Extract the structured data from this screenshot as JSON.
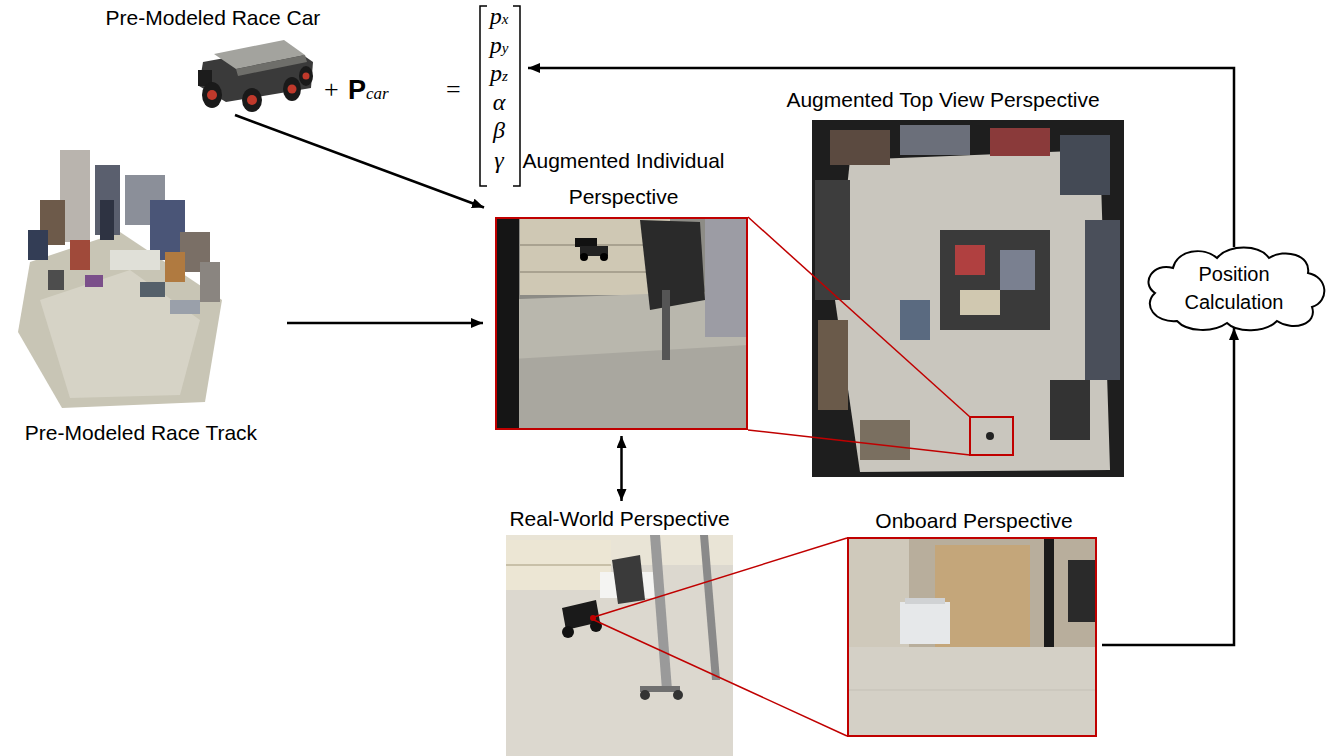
{
  "diagram": {
    "nodes": [
      {
        "text": [
          "Pre-Modeled Race Car"
        ]
      },
      {
        "text": [
          "+",
          "Pcar",
          "=",
          "px",
          "py",
          "pz",
          "α",
          "β",
          "γ"
        ]
      },
      {
        "text": [
          "Pre-Modeled Race Track"
        ]
      },
      {
        "text": [
          "Augmented Individual Perspective"
        ]
      },
      {
        "text": [
          "Augmented Top View Perspective"
        ]
      },
      {
        "text": [
          "Position Calculation"
        ]
      },
      {
        "text": [
          "Real-World Perspective"
        ]
      },
      {
        "text": [
          "Onboard Perspective"
        ]
      }
    ],
    "edges": [
      {
        "from": 0,
        "to": 3,
        "arrow": "to"
      },
      {
        "from": 2,
        "to": 3,
        "arrow": "to"
      },
      {
        "from": 3,
        "to": 6,
        "arrow": "both"
      },
      {
        "from": 7,
        "to": 5,
        "arrow": "to"
      },
      {
        "from": 5,
        "to": 1,
        "arrow": "to"
      }
    ]
  }
}
